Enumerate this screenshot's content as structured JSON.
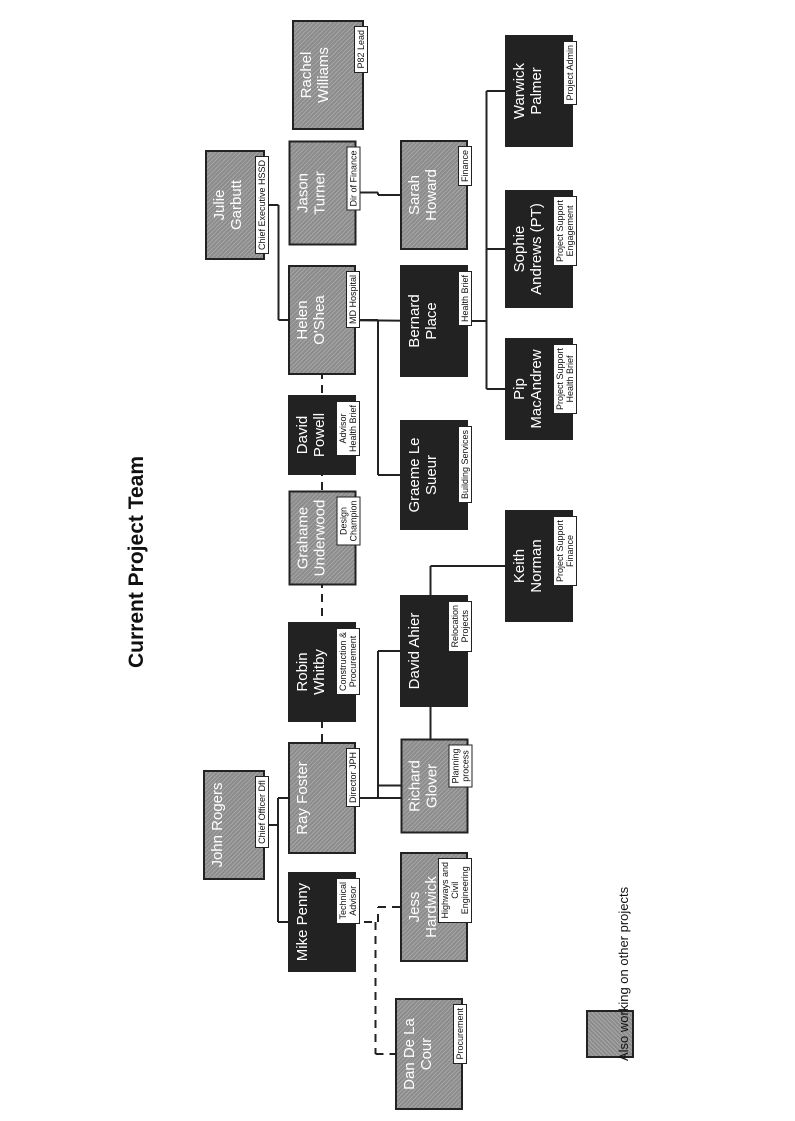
{
  "title": "Current Project Team",
  "legend": {
    "label": "Also working on other projects",
    "swatch_color": "#8c8c8c"
  },
  "colors": {
    "dark_box": "#222222",
    "grey_box": "#8c8c8c",
    "line": "#222222"
  },
  "people": [
    {
      "id": "julie-garbutt",
      "name": "Julie\nGarbutt",
      "role": "Chief Executive HSSD",
      "style": "grey"
    },
    {
      "id": "rachel-williams",
      "name": "Rachel\nWilliams",
      "role": "P82 Lead",
      "style": "grey"
    },
    {
      "id": "jason-turner",
      "name": "Jason\nTurner",
      "role": "Dir of Finance",
      "style": "grey"
    },
    {
      "id": "helen-oshea",
      "name": "Helen\nO'Shea",
      "role": "MD Hospital",
      "style": "grey"
    },
    {
      "id": "david-powell",
      "name": "David\nPowell",
      "role": "Advisor\nHealth Brief",
      "style": "dark"
    },
    {
      "id": "grahame-underwood",
      "name": "Grahame\nUnderwood",
      "role": "Design\nChampion",
      "style": "grey"
    },
    {
      "id": "robin-whitby",
      "name": "Robin\nWhitby",
      "role": "Construction &\nProcurement",
      "style": "dark"
    },
    {
      "id": "ray-foster",
      "name": "Ray Foster",
      "role": "Director JPH",
      "style": "grey"
    },
    {
      "id": "john-rogers",
      "name": "John Rogers",
      "role": "Chief Officer DfI",
      "style": "grey"
    },
    {
      "id": "mike-penny",
      "name": "Mike Penny",
      "role": "Technical\nAdvisor",
      "style": "dark"
    },
    {
      "id": "sarah-howard",
      "name": "Sarah\nHoward",
      "role": "Finance",
      "style": "grey"
    },
    {
      "id": "bernard-place",
      "name": "Bernard\nPlace",
      "role": "Health Brief",
      "style": "dark"
    },
    {
      "id": "graeme-le-sueur",
      "name": "Graeme Le\nSueur",
      "role": "Building Services",
      "style": "dark"
    },
    {
      "id": "david-ahier",
      "name": "David Ahier",
      "role": "Relocation\nProjects",
      "style": "dark"
    },
    {
      "id": "richard-glover",
      "name": "Richard\nGlover",
      "role": "Planning\nprocess",
      "style": "grey"
    },
    {
      "id": "jess-hardwick",
      "name": "Jess\nHardwick",
      "role": "Highways and\nCivil\nEngineering",
      "style": "grey"
    },
    {
      "id": "dan-de-la-cour",
      "name": "Dan De La\nCour",
      "role": "Procurement",
      "style": "grey"
    },
    {
      "id": "warwick-palmer",
      "name": "Warwick\nPalmer",
      "role": "Project Admin",
      "style": "dark"
    },
    {
      "id": "sophie-andrews",
      "name": "Sophie\nAndrews (PT)",
      "role": "Project Support\nEngagement",
      "style": "dark"
    },
    {
      "id": "pip-macandrew",
      "name": "Pip\nMacAndrew",
      "role": "Project Support\nHealth Brief",
      "style": "dark"
    },
    {
      "id": "keith-norman",
      "name": "Keith\nNorman",
      "role": "Project Support\nFinance",
      "style": "dark"
    }
  ],
  "solid_links": [
    [
      "john-rogers",
      "ray-foster"
    ],
    [
      "julie-garbutt",
      "helen-oshea"
    ],
    [
      "jason-turner",
      "sarah-howard"
    ],
    [
      "ray-foster",
      "richard-glover"
    ],
    [
      "ray-foster",
      "david-ahier"
    ],
    [
      "ray-foster",
      "keith-norman"
    ],
    [
      "helen-oshea",
      "graeme-le-sueur"
    ],
    [
      "helen-oshea",
      "bernard-place"
    ],
    [
      "bernard-place",
      "pip-macandrew"
    ],
    [
      "bernard-place",
      "sophie-andrews"
    ],
    [
      "bernard-place",
      "warwick-palmer"
    ],
    [
      "john-rogers",
      "mike-penny"
    ]
  ],
  "dashed_links": [
    [
      "ray-foster",
      "robin-whitby"
    ],
    [
      "robin-whitby",
      "david-powell"
    ],
    [
      "david-powell",
      "helen-oshea"
    ],
    [
      "mike-penny",
      "jess-hardwick"
    ],
    [
      "mike-penny",
      "dan-de-la-cour"
    ]
  ]
}
